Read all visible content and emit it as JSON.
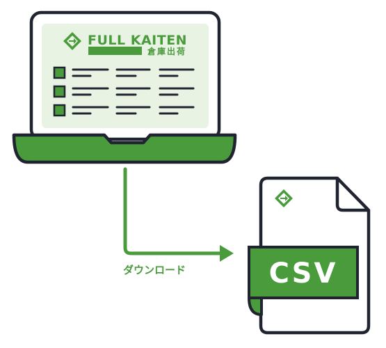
{
  "brand": {
    "name": "FULL KAITEN",
    "subtitle": "倉庫出荷"
  },
  "arrow_label": "ダウンロード",
  "file": {
    "format": "CSV"
  },
  "colors": {
    "green": "#4a9b3c",
    "outline": "#1f2430",
    "screen_bg": "#e9f3e4",
    "white": "#ffffff"
  },
  "icons": {
    "laptop": "laptop-icon",
    "logo": "full-kaiten-logo-icon",
    "file": "csv-file-icon",
    "arrow": "download-arrow-icon"
  }
}
